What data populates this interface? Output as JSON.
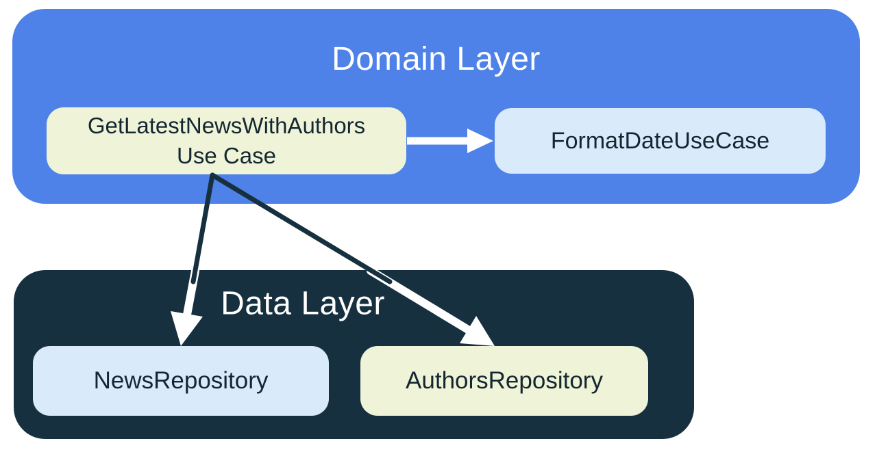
{
  "layers": {
    "domain": {
      "title": "Domain Layer",
      "bg_color": "#4E82E8",
      "nodes": {
        "use_case": {
          "line1": "GetLatestNewsWithAuthors",
          "line2": "Use Case",
          "bg_color": "#EFF3D7"
        },
        "format_date": {
          "label": "FormatDateUseCase",
          "bg_color": "#D9EAFB"
        }
      }
    },
    "data": {
      "title": "Data Layer",
      "bg_color": "#17303F",
      "nodes": {
        "news_repository": {
          "label": "NewsRepository",
          "bg_color": "#D9EAFB"
        },
        "authors_repository": {
          "label": "AuthorsRepository",
          "bg_color": "#EFF3D7"
        }
      }
    }
  },
  "edges": [
    {
      "from": "GetLatestNewsWithAuthors Use Case",
      "to": "FormatDateUseCase"
    },
    {
      "from": "GetLatestNewsWithAuthors Use Case",
      "to": "NewsRepository"
    },
    {
      "from": "GetLatestNewsWithAuthors Use Case",
      "to": "AuthorsRepository"
    }
  ],
  "colors": {
    "text": "#142731",
    "arrow_dark": "#17303F",
    "arrow_white": "#FFFFFF",
    "background": "#FFFFFF"
  }
}
